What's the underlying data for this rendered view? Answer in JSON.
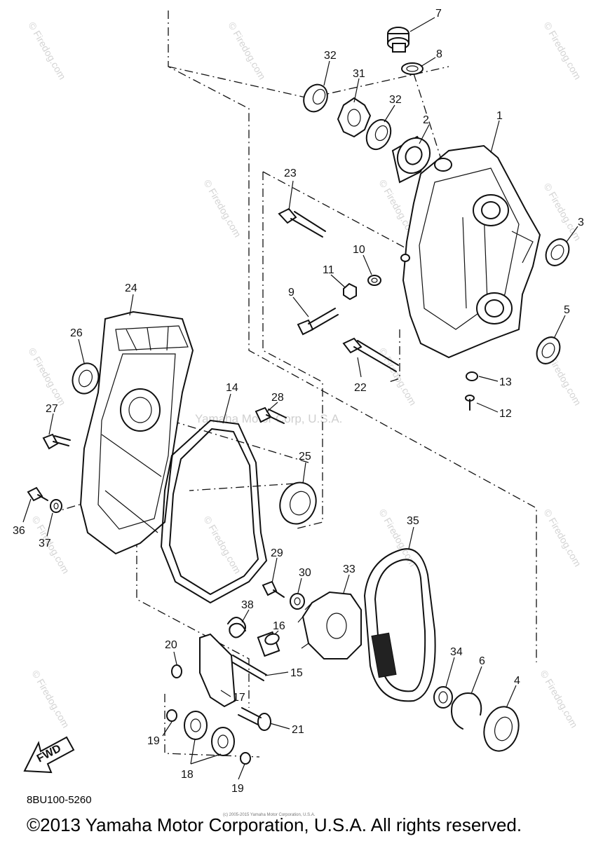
{
  "watermark": "© Firedog.com",
  "center_watermark": "Yamaha Motor Corp, U.S.A.",
  "diagram_code": "8BU100-5260",
  "tiny_copyright": "(c) 2005-2015 Yamaha Motor Corporation, U.S.A.",
  "footer": "©2013 Yamaha Motor Corporation, U.S.A. All rights reserved.",
  "fwd_label": "FWD",
  "callouts": {
    "c1": "1",
    "c2": "2",
    "c3": "3",
    "c4": "4",
    "c5": "5",
    "c6": "6",
    "c7": "7",
    "c8": "8",
    "c9": "9",
    "c10": "10",
    "c11": "11",
    "c12": "12",
    "c13": "13",
    "c14": "14",
    "c15": "15",
    "c16": "16",
    "c17": "17",
    "c18": "18",
    "c19a": "19",
    "c19b": "19",
    "c20": "20",
    "c21": "21",
    "c22": "22",
    "c23": "23",
    "c24": "24",
    "c25": "25",
    "c26": "26",
    "c27": "27",
    "c28": "28",
    "c29": "29",
    "c30": "30",
    "c31": "31",
    "c32a": "32",
    "c32b": "32",
    "c33": "33",
    "c34": "34",
    "c35": "35",
    "c36": "36",
    "c37": "37",
    "c38": "38"
  }
}
